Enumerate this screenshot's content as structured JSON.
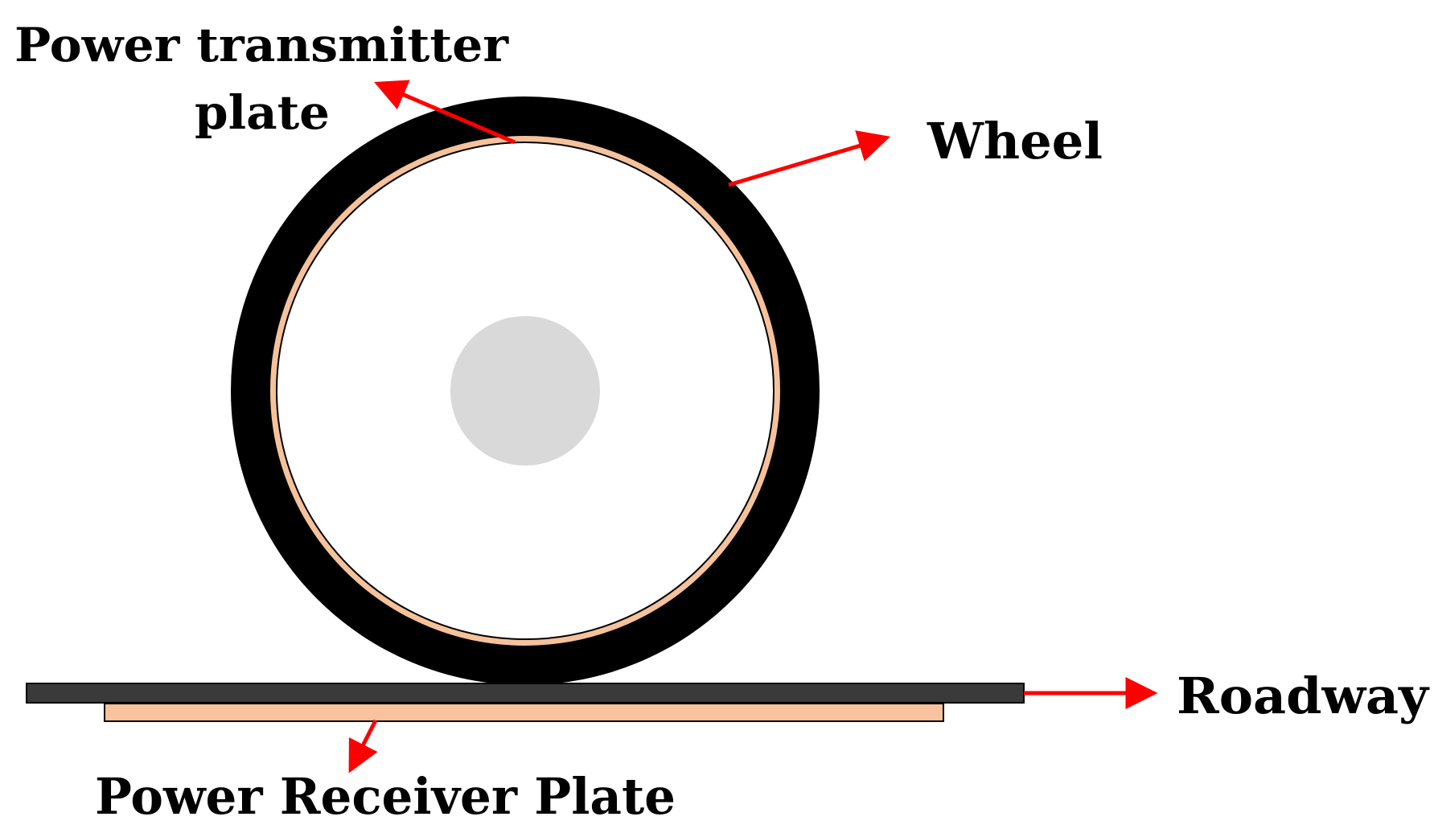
{
  "labels": {
    "transmitter_line1": "Power transmitter",
    "transmitter_line2": "plate",
    "wheel": "Wheel",
    "roadway": "Roadway",
    "receiver": "Power Receiver Plate"
  },
  "colors": {
    "tire": "#000000",
    "transmitter_plate": "#f5c29b",
    "receiver_plate": "#f8c29c",
    "roadway": "#3a3a3a",
    "hub": "#d9d9d9",
    "arrow": "#ff0000",
    "background": "#ffffff"
  }
}
